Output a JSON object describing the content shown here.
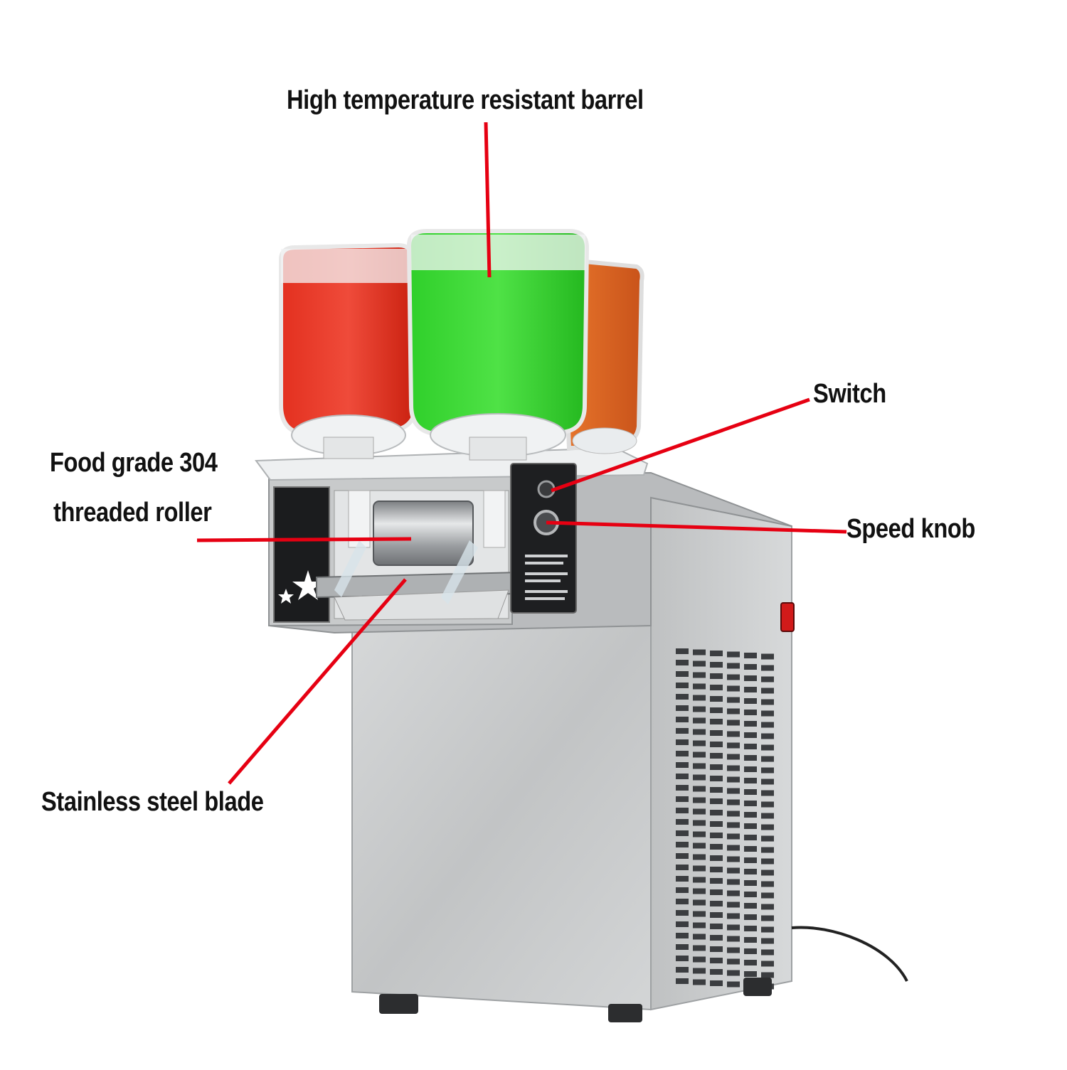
{
  "labels": {
    "barrel": "High temperature resistant barrel",
    "switch": "Switch",
    "roller_line1": "Food grade 304",
    "roller_line2": "threaded roller",
    "speed_knob": "Speed knob",
    "blade": "Stainless steel blade"
  },
  "colors": {
    "leader": "#e60012",
    "red_tank": "#e8281c",
    "green_tank": "#35d62b",
    "orange_tank": "#e4671d",
    "steel": "#c9cbcc",
    "background": "#ffffff"
  },
  "icons": {
    "switch": "rocker-switch-icon",
    "knob": "speed-knob-icon",
    "star": "star-icon"
  }
}
